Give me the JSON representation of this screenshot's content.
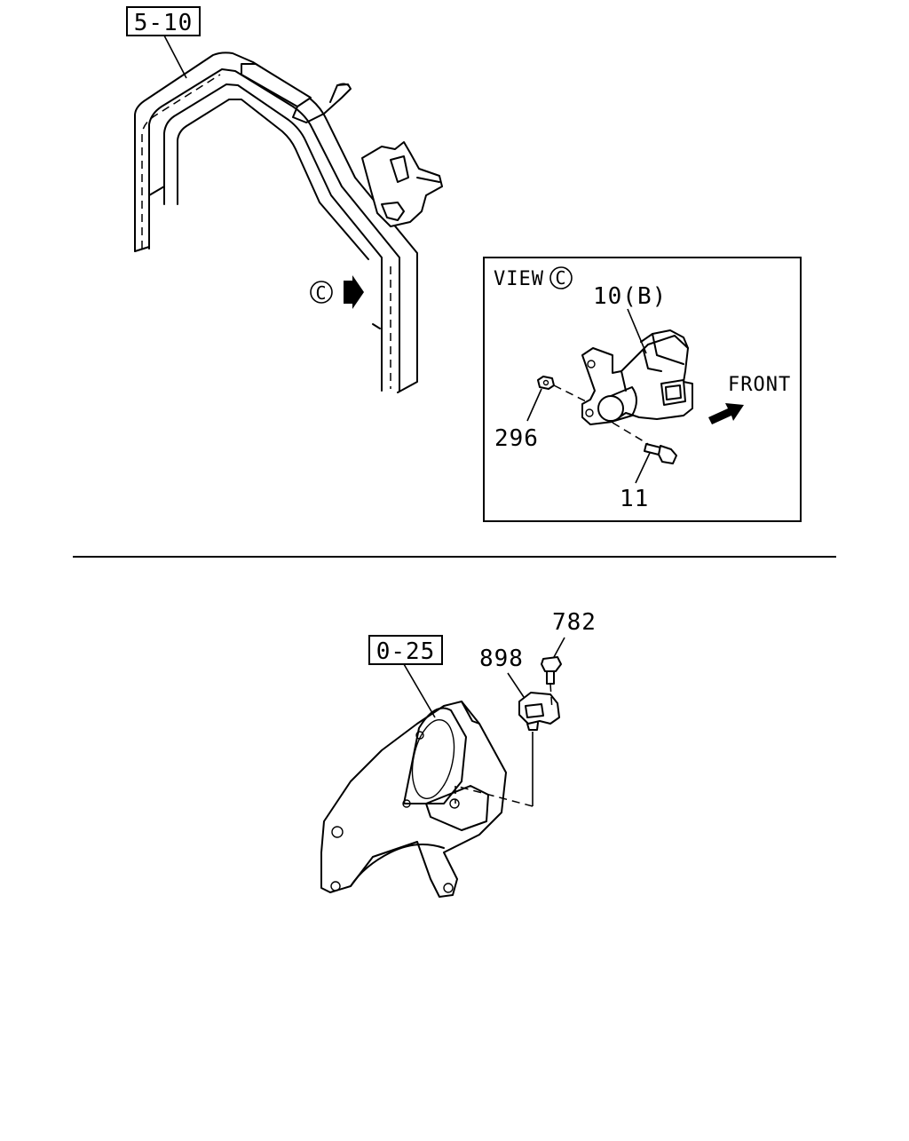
{
  "diagram": {
    "upper": {
      "ref_box": "5-10",
      "view_marker": "C"
    },
    "view_inset": {
      "view_word": "VIEW",
      "view_marker": "C",
      "direction_label": "FRONT",
      "callouts": [
        "10(B)",
        "296",
        "11"
      ]
    },
    "lower": {
      "ref_box": "0-25",
      "callouts": [
        "782",
        "898"
      ]
    }
  }
}
